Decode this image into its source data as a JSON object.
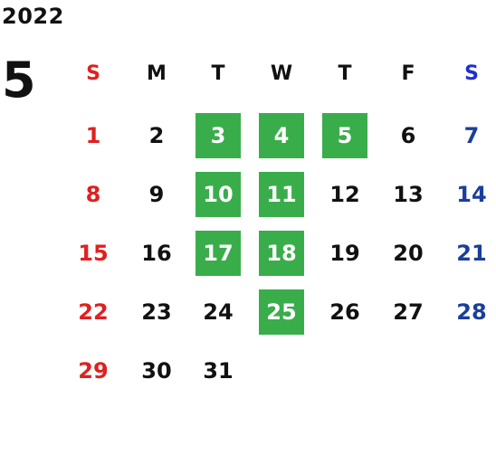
{
  "year": "2022",
  "month": "5",
  "weekdays": [
    "S",
    "M",
    "T",
    "W",
    "T",
    "F",
    "S"
  ],
  "weeks": [
    [
      "1",
      "2",
      "3",
      "4",
      "5",
      "6",
      "7"
    ],
    [
      "8",
      "9",
      "10",
      "11",
      "12",
      "13",
      "14"
    ],
    [
      "15",
      "16",
      "17",
      "18",
      "19",
      "20",
      "21"
    ],
    [
      "22",
      "23",
      "24",
      "25",
      "26",
      "27",
      "28"
    ],
    [
      "29",
      "30",
      "31",
      "",
      "",
      "",
      ""
    ]
  ],
  "highlighted_days": [
    "3",
    "4",
    "5",
    "10",
    "11",
    "17",
    "18",
    "25"
  ],
  "colors": {
    "sunday": "#e02020",
    "saturday": "#1a3f9a",
    "saturday_header": "#1f2fd6",
    "highlight": "#3aad4b",
    "text": "#111111"
  }
}
